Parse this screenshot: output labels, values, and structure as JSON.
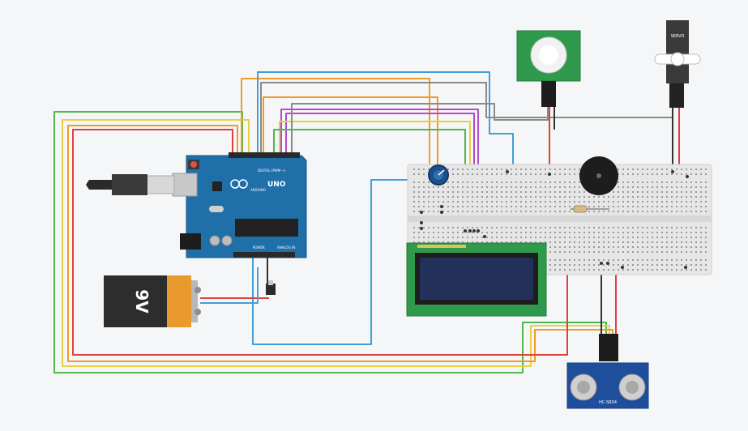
{
  "board": {
    "brand": "ARDUINO",
    "model": "UNO",
    "digital_label": "DIGITAL (PWM ~)",
    "power_label": "POWER",
    "analog_label": "ANALOG IN"
  },
  "battery": {
    "label": "9V"
  },
  "servo": {
    "label": "SERVO"
  },
  "ultrasonic": {
    "label": "HC-SR04"
  },
  "colors": {
    "canvas": "#f5f6f7",
    "arduino": "#1f6fa8",
    "breadboard": "#e6e6e6",
    "lcd_frame": "#2f9a4c",
    "lcd_screen": "#23305a",
    "wire_red": "#e0403a",
    "wire_orange": "#f09a2a",
    "wire_yellow": "#e8d040",
    "wire_green": "#4fb84a",
    "wire_blue": "#3f9fd8",
    "wire_purple": "#b44bc9",
    "wire_gray": "#8a8a8a",
    "wire_black": "#333333"
  }
}
